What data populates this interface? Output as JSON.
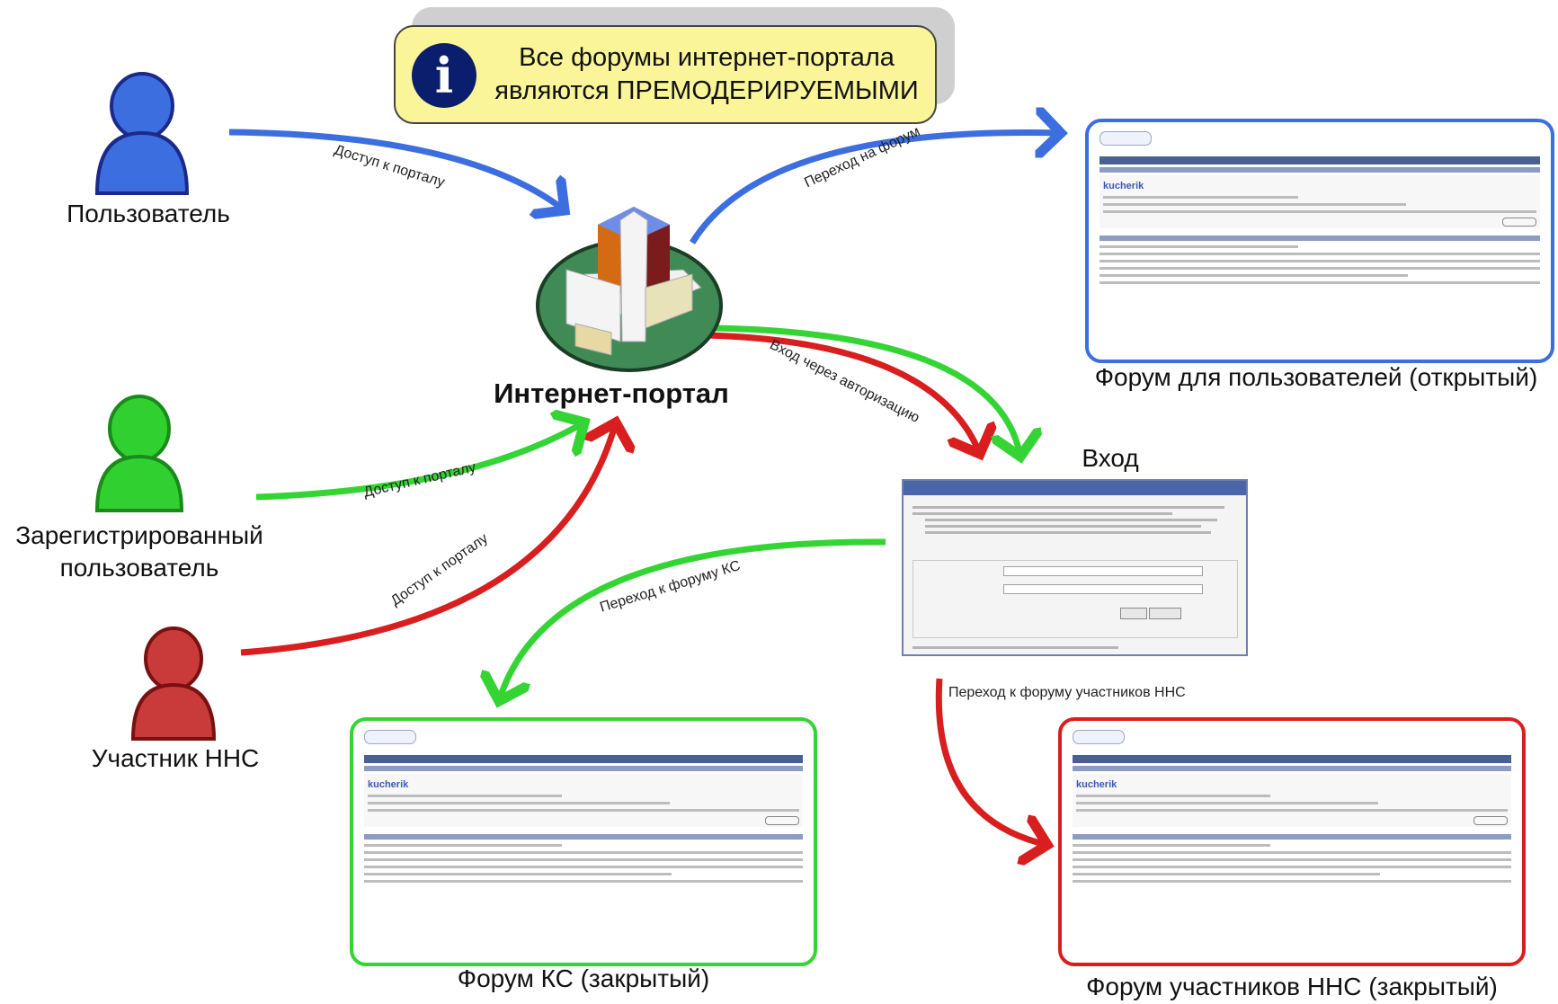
{
  "notice": {
    "icon": "info-icon",
    "line1": "Все форумы интернет-портала",
    "line2": "являются  ПРЕМОДЕРИРУЕМЫМИ"
  },
  "actors": {
    "user": "Пользователь",
    "registered_line1": "Зарегистрированный",
    "registered_line2": "пользователь",
    "member": "Участник ННС"
  },
  "portal": {
    "label": "Интернет-портал"
  },
  "arrows": {
    "user_access": "Доступ к порталу",
    "registered_access": "Доступ к порталу",
    "member_access": "Доступ к порталу",
    "to_open_forum": "Переход на форум",
    "auth_login": "Вход через авторизацию",
    "to_ks_forum": "Переход к форуму КС",
    "to_nns_forum": "Переход к форуму участников ННС"
  },
  "login": {
    "title": "Вход"
  },
  "forums": {
    "open": "Форум для пользователей (открытый)",
    "ks": "Форум КС (закрытый)",
    "nns": "Форум участников ННС (закрытый)",
    "sample_user": "kucherik"
  },
  "colors": {
    "user": "#3c6ee0",
    "registered": "#2fd02f",
    "member": "#d81e1e",
    "notice_bg": "#fbf59a"
  }
}
